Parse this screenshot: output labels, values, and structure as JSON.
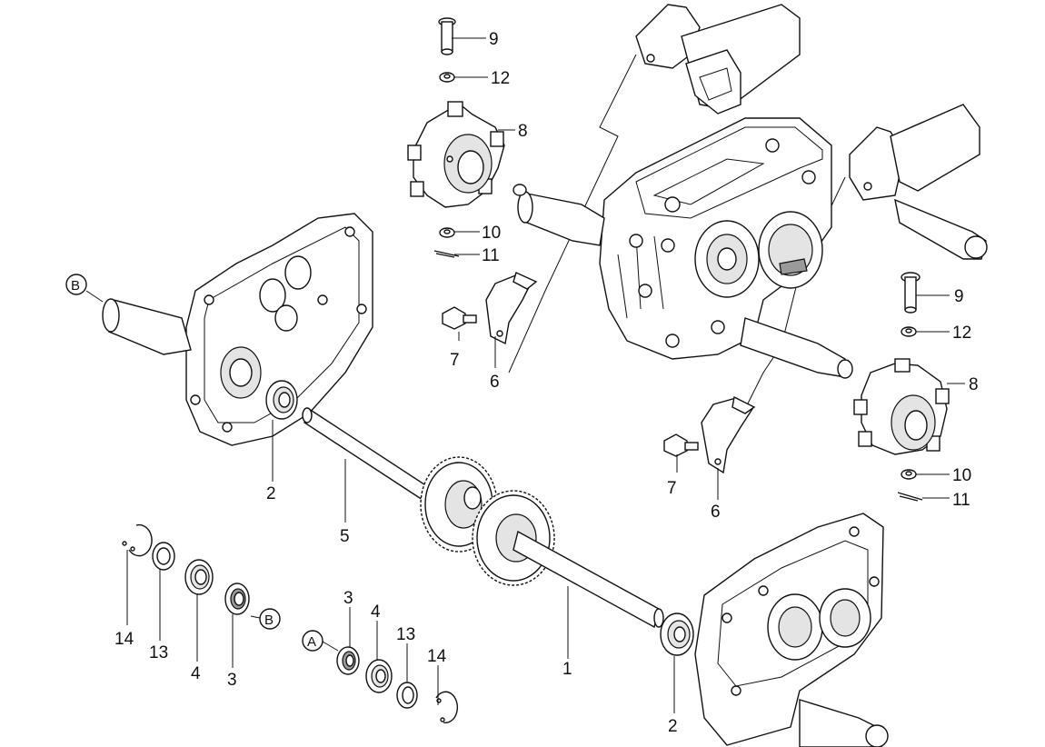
{
  "diagram": {
    "callouts": [
      {
        "id": "c9a",
        "text": "9"
      },
      {
        "id": "c12a",
        "text": "12"
      },
      {
        "id": "c8a",
        "text": "8"
      },
      {
        "id": "c10a",
        "text": "10"
      },
      {
        "id": "c11a",
        "text": "11"
      },
      {
        "id": "c7a",
        "text": "7"
      },
      {
        "id": "c6a",
        "text": "6"
      },
      {
        "id": "c9b",
        "text": "9"
      },
      {
        "id": "c12b",
        "text": "12"
      },
      {
        "id": "c8b",
        "text": "8"
      },
      {
        "id": "c10b",
        "text": "10"
      },
      {
        "id": "c11b",
        "text": "11"
      },
      {
        "id": "c7b",
        "text": "7"
      },
      {
        "id": "c6b",
        "text": "6"
      },
      {
        "id": "c2a",
        "text": "2"
      },
      {
        "id": "c5",
        "text": "5"
      },
      {
        "id": "c1",
        "text": "1"
      },
      {
        "id": "c2b",
        "text": "2"
      },
      {
        "id": "c14a",
        "text": "14"
      },
      {
        "id": "c13a",
        "text": "13"
      },
      {
        "id": "c4a",
        "text": "4"
      },
      {
        "id": "c3a",
        "text": "3"
      },
      {
        "id": "c3b",
        "text": "3"
      },
      {
        "id": "c4b",
        "text": "4"
      },
      {
        "id": "c13b",
        "text": "13"
      },
      {
        "id": "c14b",
        "text": "14"
      }
    ],
    "refs": {
      "ref_b_top": "B",
      "ref_b_bottom": "B",
      "ref_a": "A"
    }
  }
}
